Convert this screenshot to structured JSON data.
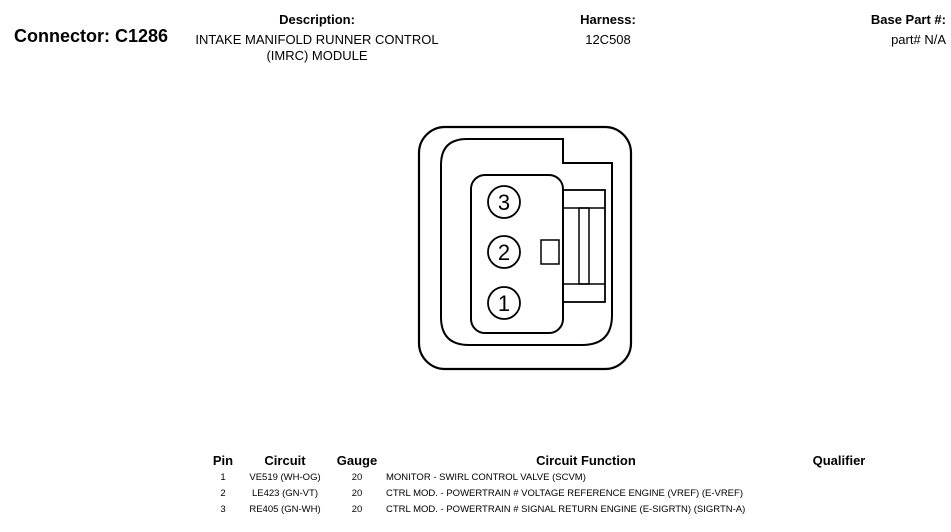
{
  "connector": {
    "title": "Connector: C1286"
  },
  "description": {
    "label": "Description:",
    "value": "INTAKE MANIFOLD RUNNER CONTROL (IMRC) MODULE"
  },
  "harness": {
    "label": "Harness:",
    "value": "12C508"
  },
  "base_part": {
    "label": "Base Part #:",
    "value": "part# N/A"
  },
  "diagram": {
    "pin_labels": [
      "3",
      "2",
      "1"
    ]
  },
  "table": {
    "headers": {
      "pin": "Pin",
      "circuit": "Circuit",
      "gauge": "Gauge",
      "function": "Circuit Function",
      "qualifier": "Qualifier"
    },
    "rows": [
      {
        "pin": "1",
        "circuit": "VE519 (WH-OG)",
        "gauge": "20",
        "function": "MONITOR - SWIRL CONTROL VALVE (SCVM)",
        "qualifier": ""
      },
      {
        "pin": "2",
        "circuit": "LE423 (GN-VT)",
        "gauge": "20",
        "function": "CTRL MOD. - POWERTRAIN # VOLTAGE REFERENCE ENGINE (VREF) (E-VREF)",
        "qualifier": ""
      },
      {
        "pin": "3",
        "circuit": "RE405 (GN-WH)",
        "gauge": "20",
        "function": "CTRL MOD. - POWERTRAIN # SIGNAL RETURN ENGINE (E-SIGRTN) (SIGRTN-A)",
        "qualifier": ""
      }
    ]
  }
}
